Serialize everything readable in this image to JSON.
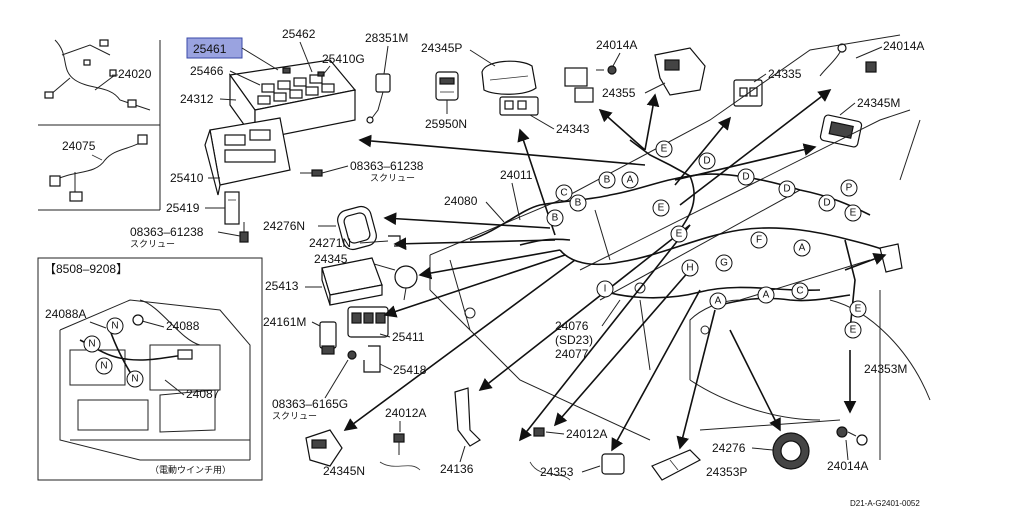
{
  "highlight_part": "25461",
  "parts": {
    "p24020": "24020",
    "p24075": "24075",
    "p25461": "25461",
    "p25466": "25466",
    "p24312": "24312",
    "p25462": "25462",
    "p25410G": "25410G",
    "p28351M": "28351M",
    "p24345P": "24345P",
    "p25950N": "25950N",
    "p24014A_top": "24014A",
    "p24355": "24355",
    "p24343": "24343",
    "p24335": "24335",
    "p24014A_tr": "24014A",
    "p24345M": "24345M",
    "p08363_61238_a": "08363–61238",
    "p25410": "25410",
    "p24011": "24011",
    "p25419": "25419",
    "p24080": "24080",
    "p08363_61238_b": "08363–61238",
    "p24276N": "24276N",
    "p24271N": "24271N",
    "p24345": "24345",
    "p25413": "25413",
    "p24161M": "24161M",
    "p25411": "25411",
    "p25418": "25418",
    "p08363_6165G": "08363–6165G",
    "p24012A_l": "24012A",
    "p24012A_r": "24012A",
    "p24076": "24076",
    "p24076_sub": "(SD23)",
    "p24077": "24077",
    "p24345N": "24345N",
    "p24136": "24136",
    "p24353": "24353",
    "p24353P": "24353P",
    "p24276": "24276",
    "p24014A_br": "24014A",
    "p24353M": "24353M",
    "p24088A": "24088A",
    "p24088": "24088",
    "p24087": "24087"
  },
  "screw_label": "スクリュー",
  "date_range": "【8508–9208】",
  "winch_note": "（電動ウインチ用）",
  "diagram_code": "D21-A-G2401-0052",
  "callouts": {
    "A": "A",
    "B": "B",
    "C": "C",
    "D": "D",
    "E": "E",
    "F": "F",
    "G": "G",
    "H": "H",
    "I": "I",
    "N": "N",
    "P": "P"
  },
  "colors": {
    "highlight": "#9aa3e0",
    "ink": "#111111"
  }
}
